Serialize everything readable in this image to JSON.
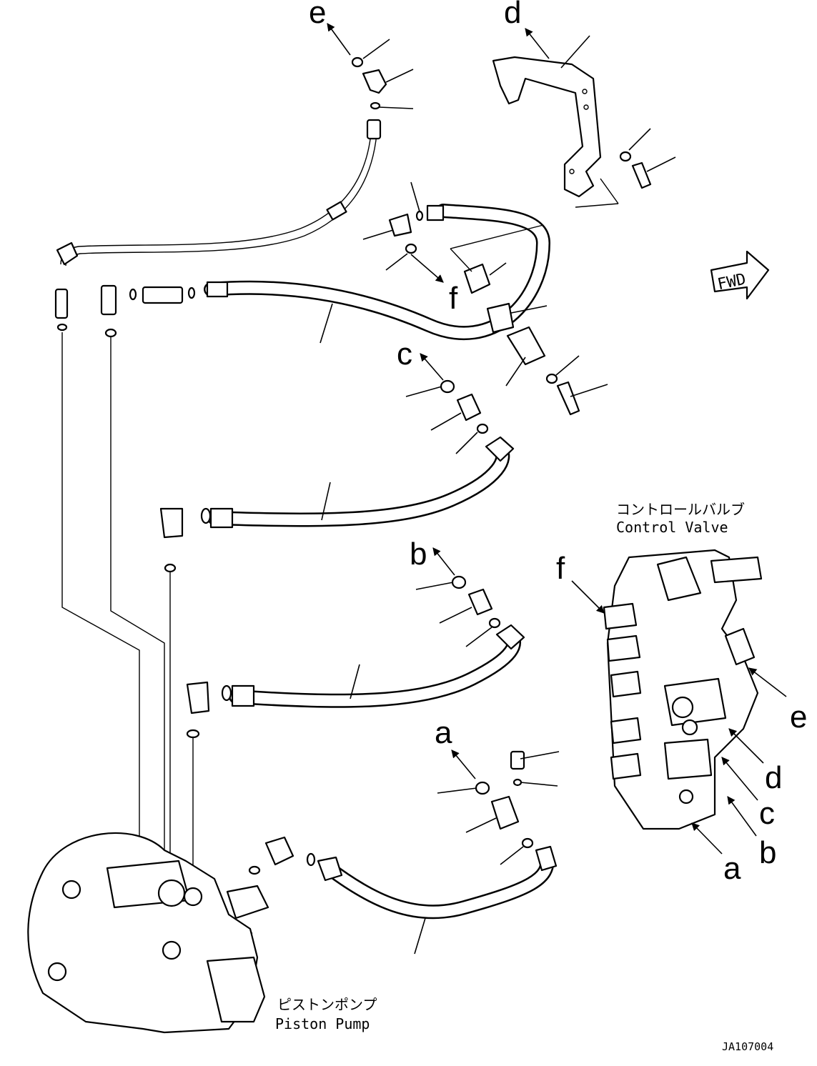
{
  "letters": {
    "a": "a",
    "b": "b",
    "c": "c",
    "d": "d",
    "e": "e",
    "f": "f"
  },
  "fwd_badge": "FWD",
  "control_valve": {
    "jp": "コントロールバルブ",
    "en": "Control Valve"
  },
  "piston_pump": {
    "jp": "ピストンポンプ",
    "en": "Piston Pump"
  },
  "drawing_code": "JA107004"
}
